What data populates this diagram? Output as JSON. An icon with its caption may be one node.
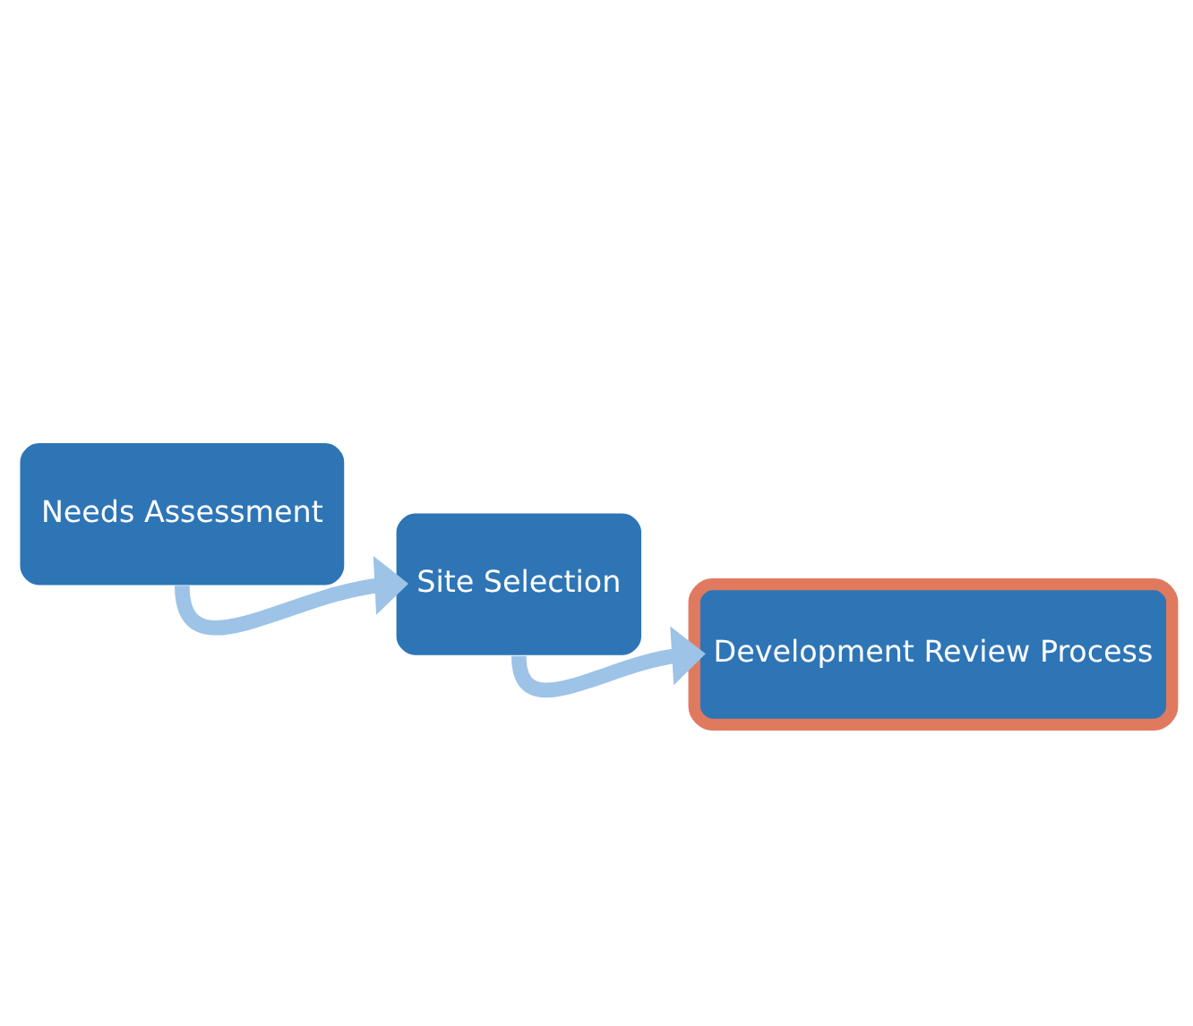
{
  "diagram": {
    "nodes": [
      {
        "text": [
          "Needs Assessment"
        ]
      },
      {
        "text": [
          "Site Selection"
        ]
      },
      {
        "text": [
          "Development Review Process"
        ]
      }
    ],
    "edges": [
      {
        "from": 0,
        "to": 1,
        "arrow": "to"
      },
      {
        "from": 1,
        "to": 2,
        "arrow": "to"
      }
    ]
  }
}
